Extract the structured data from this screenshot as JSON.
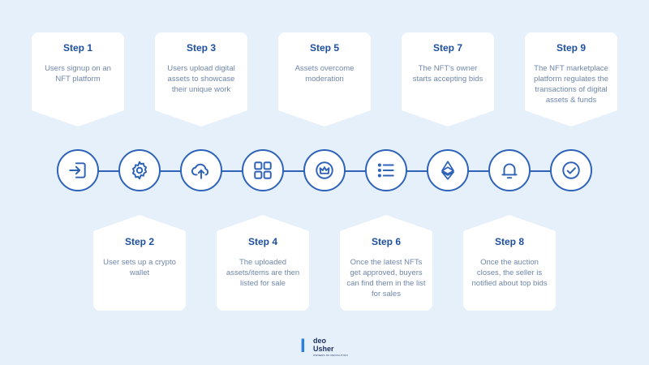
{
  "steps": [
    {
      "title": "Step 1",
      "desc": "Users signup on an NFT platform"
    },
    {
      "title": "Step 2",
      "desc": "User sets up a crypto wallet"
    },
    {
      "title": "Step 3",
      "desc": "Users upload digital assets to showcase their unique work"
    },
    {
      "title": "Step 4",
      "desc": "The uploaded assets/items are then listed for sale"
    },
    {
      "title": "Step 5",
      "desc": "Assets overcome moderation"
    },
    {
      "title": "Step 6",
      "desc": "Once the latest NFTs get approved, buyers can find them in the list for sales"
    },
    {
      "title": "Step 7",
      "desc": "The NFT's owner starts accepting bids"
    },
    {
      "title": "Step 8",
      "desc": "Once the auction closes, the seller is notified about top bids"
    },
    {
      "title": "Step 9",
      "desc": "The NFT marketplace platform regulates the transactions of digital assets & funds"
    }
  ],
  "icons": [
    "login-icon",
    "gear-icon",
    "cloud-upload-icon",
    "grid-icon",
    "crown-icon",
    "list-icon",
    "ethereum-icon",
    "bell-icon",
    "check-circle-icon"
  ],
  "logo": {
    "letter": "I",
    "word1": "deo",
    "word2": "Usher",
    "tagline": "OWNERS OF REVOLUTION"
  },
  "colors": {
    "accent": "#2e63b8",
    "title": "#1d4f9e",
    "text": "#6f86aa",
    "background": "#e6f0fb"
  }
}
